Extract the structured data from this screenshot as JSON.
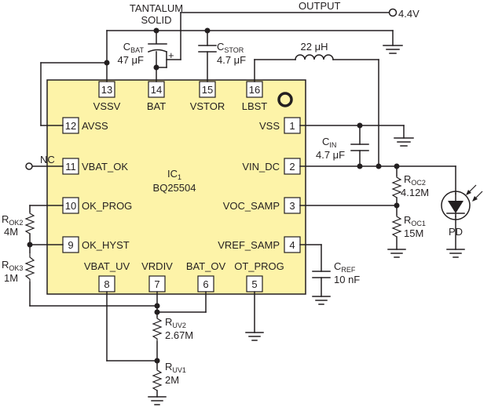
{
  "colors": {
    "chip_fill": "#fdf3a8",
    "line": "#231f20",
    "background": "#ffffff"
  },
  "top_labels": {
    "capacitor_type_line1": "TANTALUM",
    "capacitor_type_line2": "SOLID",
    "output_label": "OUTPUT",
    "output_voltage": "4.4V"
  },
  "ic": {
    "ref_main": "IC",
    "ref_sub": "1",
    "part": "BQ25504"
  },
  "pins": {
    "p1": {
      "num": "1",
      "name": "VSS"
    },
    "p2": {
      "num": "2",
      "name": "VIN_DC"
    },
    "p3": {
      "num": "3",
      "name": "VOC_SAMP"
    },
    "p4": {
      "num": "4",
      "name": "VREF_SAMP"
    },
    "p5": {
      "num": "5",
      "name": "OT_PROG"
    },
    "p6": {
      "num": "6",
      "name": "BAT_OV"
    },
    "p7": {
      "num": "7",
      "name": "VRDIV"
    },
    "p8": {
      "num": "8",
      "name": "VBAT_UV"
    },
    "p9": {
      "num": "9",
      "name": "OK_HYST"
    },
    "p10": {
      "num": "10",
      "name": "OK_PROG"
    },
    "p11": {
      "num": "11",
      "name": "VBAT_OK"
    },
    "p12": {
      "num": "12",
      "name": "AVSS"
    },
    "p13": {
      "num": "13",
      "name": "VSSV"
    },
    "p14": {
      "num": "14",
      "name": "BAT"
    },
    "p15": {
      "num": "15",
      "name": "VSTOR"
    },
    "p16": {
      "num": "16",
      "name": "LBST"
    }
  },
  "components": {
    "cbat": {
      "main": "C",
      "sub": "BAT",
      "value": "47 μF",
      "polarity": "+"
    },
    "cstor": {
      "main": "C",
      "sub": "STOR",
      "value": "4.7 μF"
    },
    "inductor": {
      "value": "22 μH"
    },
    "cin": {
      "main": "C",
      "sub": "IN",
      "value": "4.7 μF"
    },
    "roc2": {
      "main": "R",
      "sub": "OC2",
      "value": "4.12M"
    },
    "roc1": {
      "main": "R",
      "sub": "OC1",
      "value": "15M"
    },
    "cref": {
      "main": "C",
      "sub": "REF",
      "value": "10 nF"
    },
    "rok2": {
      "main": "R",
      "sub": "OK2",
      "value": "4M"
    },
    "rok3": {
      "main": "R",
      "sub": "OK3",
      "value": "1M"
    },
    "ruv2": {
      "main": "R",
      "sub": "UV2",
      "value": "2.67M"
    },
    "ruv1": {
      "main": "R",
      "sub": "UV1",
      "value": "2M"
    },
    "pd": {
      "label": "PD"
    },
    "nc": {
      "label": "NC"
    }
  }
}
